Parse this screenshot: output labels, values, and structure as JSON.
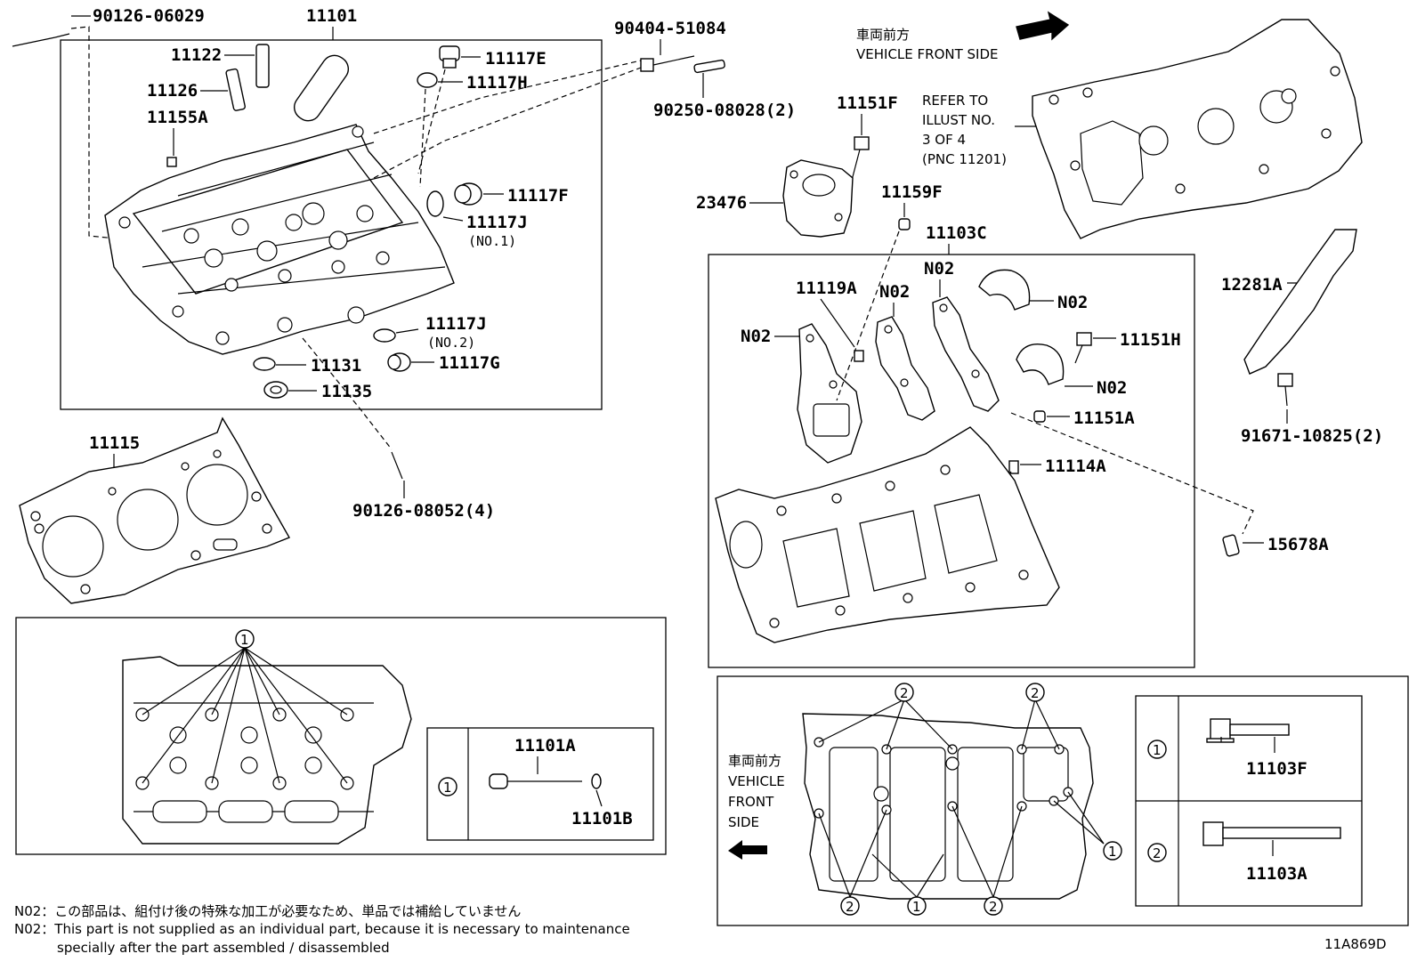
{
  "diagram_id": "11A869D",
  "part_labels": {
    "p90126_06029": "90126-06029",
    "p11101": "11101",
    "p11122": "11122",
    "p11126": "11126",
    "p11155A": "11155A",
    "p11117E": "11117E",
    "p11117H": "11117H",
    "p11117F": "11117F",
    "p11117J1": "11117J",
    "no1": "(NO.1)",
    "p11117J2": "11117J",
    "no2": "(NO.2)",
    "p11117G": "11117G",
    "p11131": "11131",
    "p11135": "11135",
    "p90404_51084": "90404-51084",
    "p90250_08028": "90250-08028(2)",
    "p11115": "11115",
    "p90126_08052": "90126-08052(4)",
    "p11151F": "11151F",
    "p23476": "23476",
    "p11159F": "11159F",
    "p11103C": "11103C",
    "p11119A": "11119A",
    "p11151H": "11151H",
    "p11151A": "11151A",
    "p11114A": "11114A",
    "p12281A": "12281A",
    "p91671_10825": "91671-10825(2)",
    "p15678A": "15678A",
    "p11101A": "11101A",
    "p11101B": "11101B",
    "p11103F": "11103F",
    "p11103A": "11103A",
    "n02": "N02"
  },
  "front_side_top": {
    "jp": "車両前方",
    "en": "VEHICLE FRONT SIDE"
  },
  "refer_note": {
    "line1": "REFER TO",
    "line2": "ILLUST NO.",
    "line3": "3 OF 4",
    "line4": "(PNC 11201)"
  },
  "front_side_bottom": {
    "jp": "車両前方",
    "line1": "VEHICLE",
    "line2": "FRONT",
    "line3": "SIDE"
  },
  "callouts": {
    "one": "1",
    "two": "2"
  },
  "footnote": {
    "jp": "N02：この部品は、組付け後の特殊な加工が必要なため、単品では補給していません",
    "en1": "N02：This part is not supplied as an individual part, because it is necessary to maintenance",
    "en2": "specially after the part assembled / disassembled"
  }
}
